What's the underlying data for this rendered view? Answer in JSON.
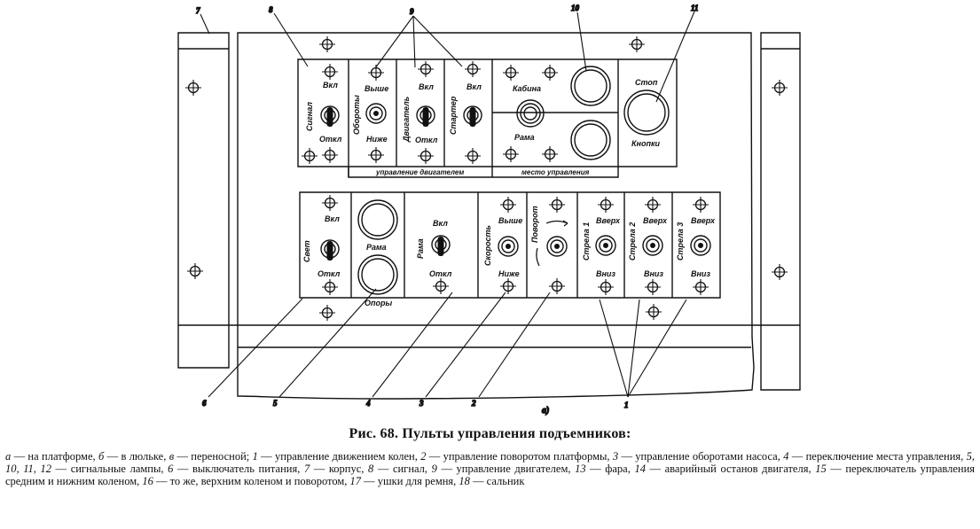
{
  "figure": {
    "label_a": "а)",
    "callouts": [
      "1",
      "2",
      "3",
      "4",
      "5",
      "6",
      "7",
      "8",
      "9",
      "10",
      "11"
    ],
    "upper_panel": {
      "signal": {
        "title": "Сигнал",
        "on": "Вкл",
        "off": "Откл"
      },
      "revs": {
        "title": "Обороты",
        "up": "Выше",
        "down": "Ниже"
      },
      "engine": {
        "title": "Двигатель",
        "on": "Вкл",
        "off": "Откл"
      },
      "starter": {
        "title": "Стартер",
        "on": "Вкл"
      },
      "control_place": {
        "cabin": "Кабина",
        "frame": "Рама"
      },
      "stop": {
        "top": "Стоп",
        "bottom": "Кнопки"
      },
      "group_engine": "управление двигателем",
      "group_place": "место управления"
    },
    "lower_panel": {
      "light": {
        "title": "Свет",
        "on": "Вкл",
        "off": "Откл"
      },
      "lamps": {
        "top": "Рама",
        "bottom": "Опоры"
      },
      "frame": {
        "title": "Рама",
        "on": "Вкл",
        "off": "Откл"
      },
      "speed": {
        "title": "Скорость",
        "up": "Выше",
        "down": "Ниже"
      },
      "rotation": {
        "title": "Поворот"
      },
      "boom1": {
        "title": "Стрела 1",
        "up": "Вверх",
        "down": "Вниз"
      },
      "boom2": {
        "title": "Стрела 2",
        "up": "Вверх",
        "down": "Вниз"
      },
      "boom3": {
        "title": "Стрела 3",
        "up": "Вверх",
        "down": "Вниз"
      }
    }
  },
  "caption": "Рис. 68. Пульты управления подъемников:",
  "legend": [
    {
      "key": "а",
      "text": " — на платформе, "
    },
    {
      "key": "б",
      "text": " — в люльке, "
    },
    {
      "key": "в",
      "text": " — переносной; "
    },
    {
      "key": "1",
      "text": " — управление движением колен, "
    },
    {
      "key": "2",
      "text": " — управление поворотом платформы, "
    },
    {
      "key": "3",
      "text": " — управление оборотами насоса, "
    },
    {
      "key": "4",
      "text": " — переключение места управления, "
    },
    {
      "key": "5, 10, 11, 12",
      "text": " — сигнальные лампы, "
    },
    {
      "key": "6",
      "text": " — выключатель питания, "
    },
    {
      "key": "7",
      "text": " — корпус, "
    },
    {
      "key": "8",
      "text": " — сигнал, "
    },
    {
      "key": "9",
      "text": " — управление двигателем, "
    },
    {
      "key": "13",
      "text": " — фара, "
    },
    {
      "key": "14",
      "text": " — аварийный останов двигателя, "
    },
    {
      "key": "15",
      "text": " — переключатель управления средним и нижним коленом, "
    },
    {
      "key": "16",
      "text": " — то же, верхним коленом и поворотом, "
    },
    {
      "key": "17",
      "text": " — ушки для ремня, "
    },
    {
      "key": "18",
      "text": " — сальник"
    }
  ]
}
